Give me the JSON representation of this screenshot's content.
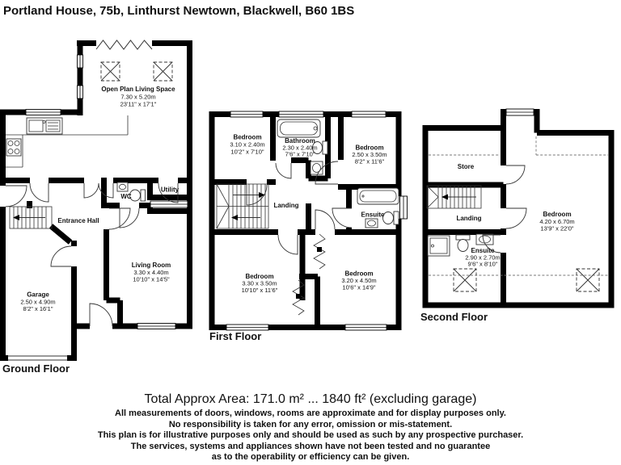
{
  "title": "Portland House, 75b, Linthurst Newtown, Blackwell, B60 1BS",
  "floors": {
    "ground": {
      "label": "Ground Floor",
      "rooms": {
        "open_plan": {
          "name": "Open Plan Living Space",
          "dim_m": "7.30 x 5.20m",
          "dim_ft": "23'11\" x 17'1\""
        },
        "entrance_hall": {
          "name": "Entrance Hall"
        },
        "wc": {
          "name": "WC"
        },
        "utility": {
          "name": "Utility"
        },
        "living_room": {
          "name": "Living Room",
          "dim_m": "3.30 x 4.40m",
          "dim_ft": "10'10\" x 14'5\""
        },
        "garage": {
          "name": "Garage",
          "dim_m": "2.50 x 4.90m",
          "dim_ft": "8'2\" x 16'1\""
        }
      }
    },
    "first": {
      "label": "First Floor",
      "rooms": {
        "bedroom1": {
          "name": "Bedroom",
          "dim_m": "3.10 x 2.40m",
          "dim_ft": "10'2\" x 7'10\""
        },
        "bathroom": {
          "name": "Bathroom",
          "dim_m": "2.30 x 2.40m",
          "dim_ft": "7'6\" x 7'10\""
        },
        "bedroom2": {
          "name": "Bedroom",
          "dim_m": "2.50 x 3.50m",
          "dim_ft": "8'2\" x 11'6\""
        },
        "landing": {
          "name": "Landing"
        },
        "ensuite": {
          "name": "Ensuite"
        },
        "bedroom3": {
          "name": "Bedroom",
          "dim_m": "3.30 x 3.50m",
          "dim_ft": "10'10\" x 11'6\""
        },
        "bedroom4": {
          "name": "Bedroom",
          "dim_m": "3.20 x 4.50m",
          "dim_ft": "10'6\" x 14'9\""
        }
      }
    },
    "second": {
      "label": "Second Floor",
      "rooms": {
        "store": {
          "name": "Store"
        },
        "landing": {
          "name": "Landing"
        },
        "ensuite": {
          "name": "Ensuite",
          "dim_m": "2.90 x 2.70m",
          "dim_ft": "9'6\" x 8'10\""
        },
        "bedroom": {
          "name": "Bedroom",
          "dim_m": "4.20 x 6.70m",
          "dim_ft": "13'9\" x 22'0\""
        }
      }
    }
  },
  "footer": {
    "total_area": "Total Approx Area: 171.0 m² ... 1840 ft² (excluding garage)",
    "disclaimers": [
      "All measurements of doors, windows, rooms are approximate and for display purposes only.",
      "No responsibility is taken for any error, omission or mis-statement.",
      "This plan is for illustrative purposes only and should be used as such by any prospective purchaser.",
      "The services, systems and appliances shown have not been tested and no guarantee",
      "as to the operability or efficiency can be given."
    ]
  },
  "colors": {
    "wall": "#000000",
    "line": "#333333",
    "dash": "#777777",
    "bg": "#ffffff"
  }
}
